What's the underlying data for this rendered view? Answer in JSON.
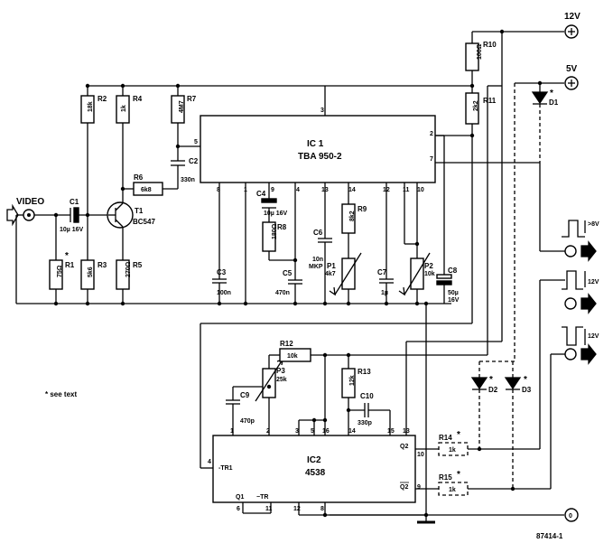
{
  "rails": {
    "v12": "12V",
    "v5": "5V",
    "gnd": "0"
  },
  "input": {
    "label": "VIDEO"
  },
  "note": "* see text",
  "code": "87414-1",
  "ic1": {
    "name": "IC 1",
    "part": "TBA 950-2",
    "pins": [
      "3",
      "5",
      "2",
      "7",
      "8",
      "1",
      "9",
      "4",
      "13",
      "14",
      "12",
      "11",
      "10"
    ]
  },
  "ic2": {
    "name": "IC2",
    "part": "4538",
    "pins": [
      "1",
      "2",
      "3",
      "5",
      "16",
      "14",
      "15",
      "13",
      "4",
      "10",
      "9",
      "6",
      "11",
      "12",
      "8"
    ],
    "pin_labels": [
      "-TR1",
      "Q2",
      "Q2",
      "Q1",
      "−TR"
    ]
  },
  "transistor": {
    "name": "T1",
    "part": "BC547"
  },
  "parts": {
    "R1": {
      "name": "R1",
      "value": "75Ω",
      "star": "*"
    },
    "R2": {
      "name": "R2",
      "value": "18k"
    },
    "R3": {
      "name": "R3",
      "value": "5k6"
    },
    "R4": {
      "name": "R4",
      "value": "1k"
    },
    "R5": {
      "name": "R5",
      "value": "270Ω"
    },
    "R6": {
      "name": "R6",
      "value": "6k8"
    },
    "R7": {
      "name": "R7",
      "value": "4M7"
    },
    "R8": {
      "name": "R8",
      "value": "180Ω"
    },
    "R9": {
      "name": "R9",
      "value": "8k2"
    },
    "R10": {
      "name": "R10",
      "value": "100Ω"
    },
    "R11": {
      "name": "R11",
      "value": "2k2"
    },
    "R12": {
      "name": "R12",
      "value": "10k"
    },
    "R13": {
      "name": "R13",
      "value": "12k"
    },
    "R14": {
      "name": "R14",
      "value": "1k",
      "star": "*"
    },
    "R15": {
      "name": "R15",
      "value": "1k",
      "star": "*"
    },
    "P1": {
      "name": "P1",
      "value": "4k7"
    },
    "P2": {
      "name": "P2",
      "value": "10k"
    },
    "P3": {
      "name": "P3",
      "value": "25k"
    },
    "C1": {
      "name": "C1",
      "value": "10µ 16V"
    },
    "C2": {
      "name": "C2",
      "value": "330n"
    },
    "C3": {
      "name": "C3",
      "value": "100n"
    },
    "C4": {
      "name": "C4",
      "value": "10µ 16V"
    },
    "C5": {
      "name": "C5",
      "value": "470n"
    },
    "C6": {
      "name": "C6",
      "value": "10n",
      "value2": "MKP"
    },
    "C7": {
      "name": "C7",
      "value": "1µ"
    },
    "C8": {
      "name": "C8",
      "value": "50µ",
      "value2": "16V"
    },
    "C9": {
      "name": "C9",
      "value": "470p"
    },
    "C10": {
      "name": "C10",
      "value": "330p"
    },
    "D1": {
      "name": "D1",
      "star": "*"
    },
    "D2": {
      "name": "D2",
      "star": "*"
    },
    "D3": {
      "name": "D3",
      "star": "*"
    }
  },
  "outputs": {
    "o1": ">8V",
    "o2": "12V",
    "o3": "12V"
  }
}
